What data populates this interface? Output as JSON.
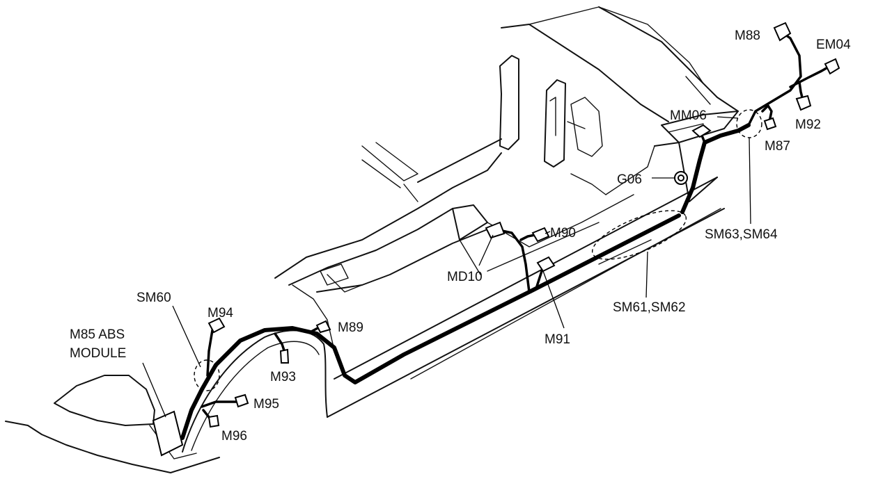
{
  "labels": {
    "m88": "M88",
    "em04": "EM04",
    "mm06": "MM06",
    "m92": "M92",
    "m87": "M87",
    "g06": "G06",
    "sm63_sm64": "SM63,SM64",
    "m90": "M90",
    "md10": "MD10",
    "sm61_sm62": "SM61,SM62",
    "m91": "M91",
    "sm60": "SM60",
    "m94": "M94",
    "m89": "M89",
    "m85_line1": "M85 ABS",
    "m85_line2": "MODULE",
    "m93": "M93",
    "m95": "M95",
    "m96": "M96"
  },
  "colors": {
    "line": "#111111",
    "harness": "#000000",
    "background": "#ffffff"
  }
}
